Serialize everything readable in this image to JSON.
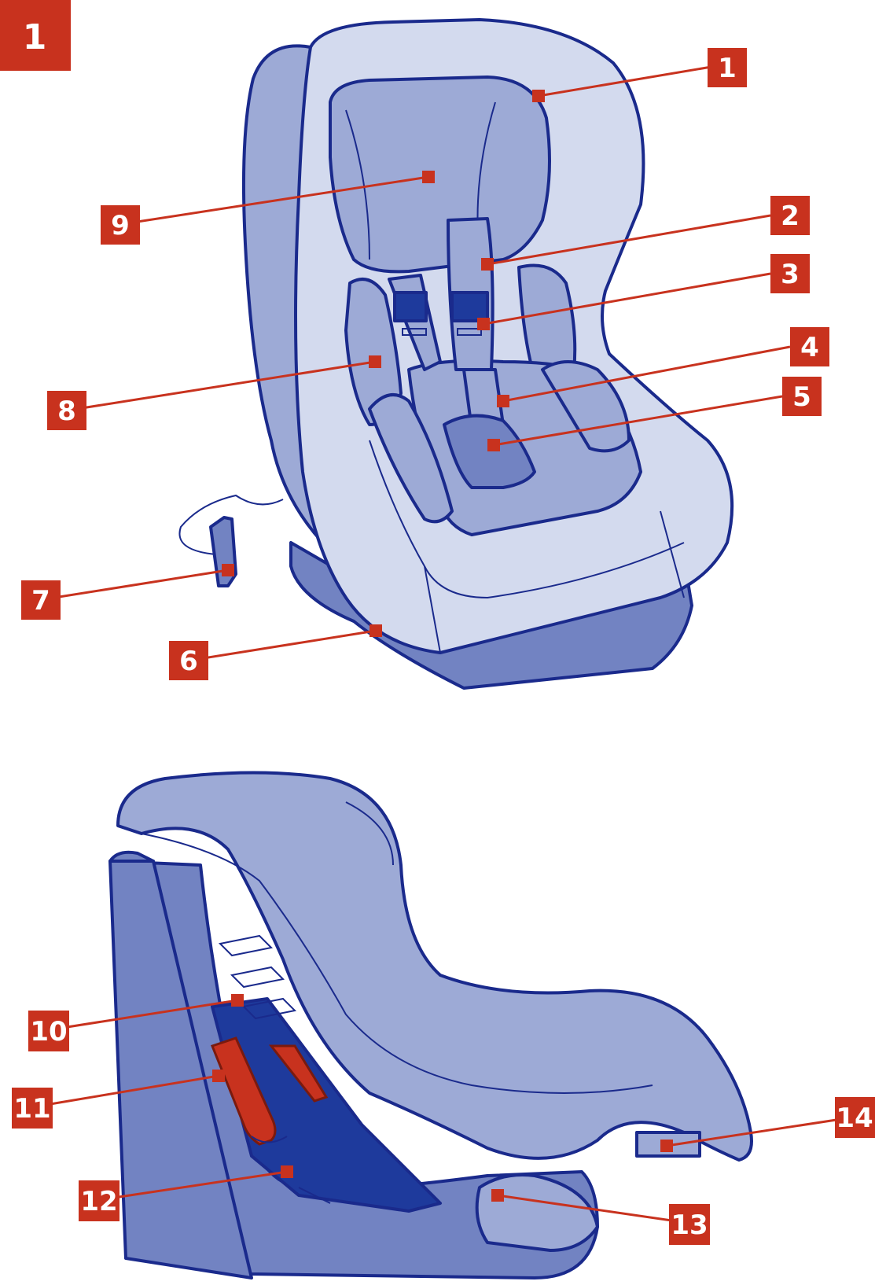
{
  "figure_number": "1",
  "colors": {
    "accent_red": "#c8321e",
    "outline_blue": "#1a2a8c",
    "fill_mid": "#9daad6",
    "fill_light": "#d3daee",
    "fill_dark": "#7283c2",
    "strap_dark": "#1e3a9c"
  },
  "callouts": [
    {
      "id": "1",
      "label": "1"
    },
    {
      "id": "2",
      "label": "2"
    },
    {
      "id": "3",
      "label": "3"
    },
    {
      "id": "4",
      "label": "4"
    },
    {
      "id": "5",
      "label": "5"
    },
    {
      "id": "6",
      "label": "6"
    },
    {
      "id": "7",
      "label": "7"
    },
    {
      "id": "8",
      "label": "8"
    },
    {
      "id": "9",
      "label": "9"
    },
    {
      "id": "10",
      "label": "10"
    },
    {
      "id": "11",
      "label": "11"
    },
    {
      "id": "12",
      "label": "12"
    },
    {
      "id": "13",
      "label": "13"
    },
    {
      "id": "14",
      "label": "14"
    }
  ]
}
